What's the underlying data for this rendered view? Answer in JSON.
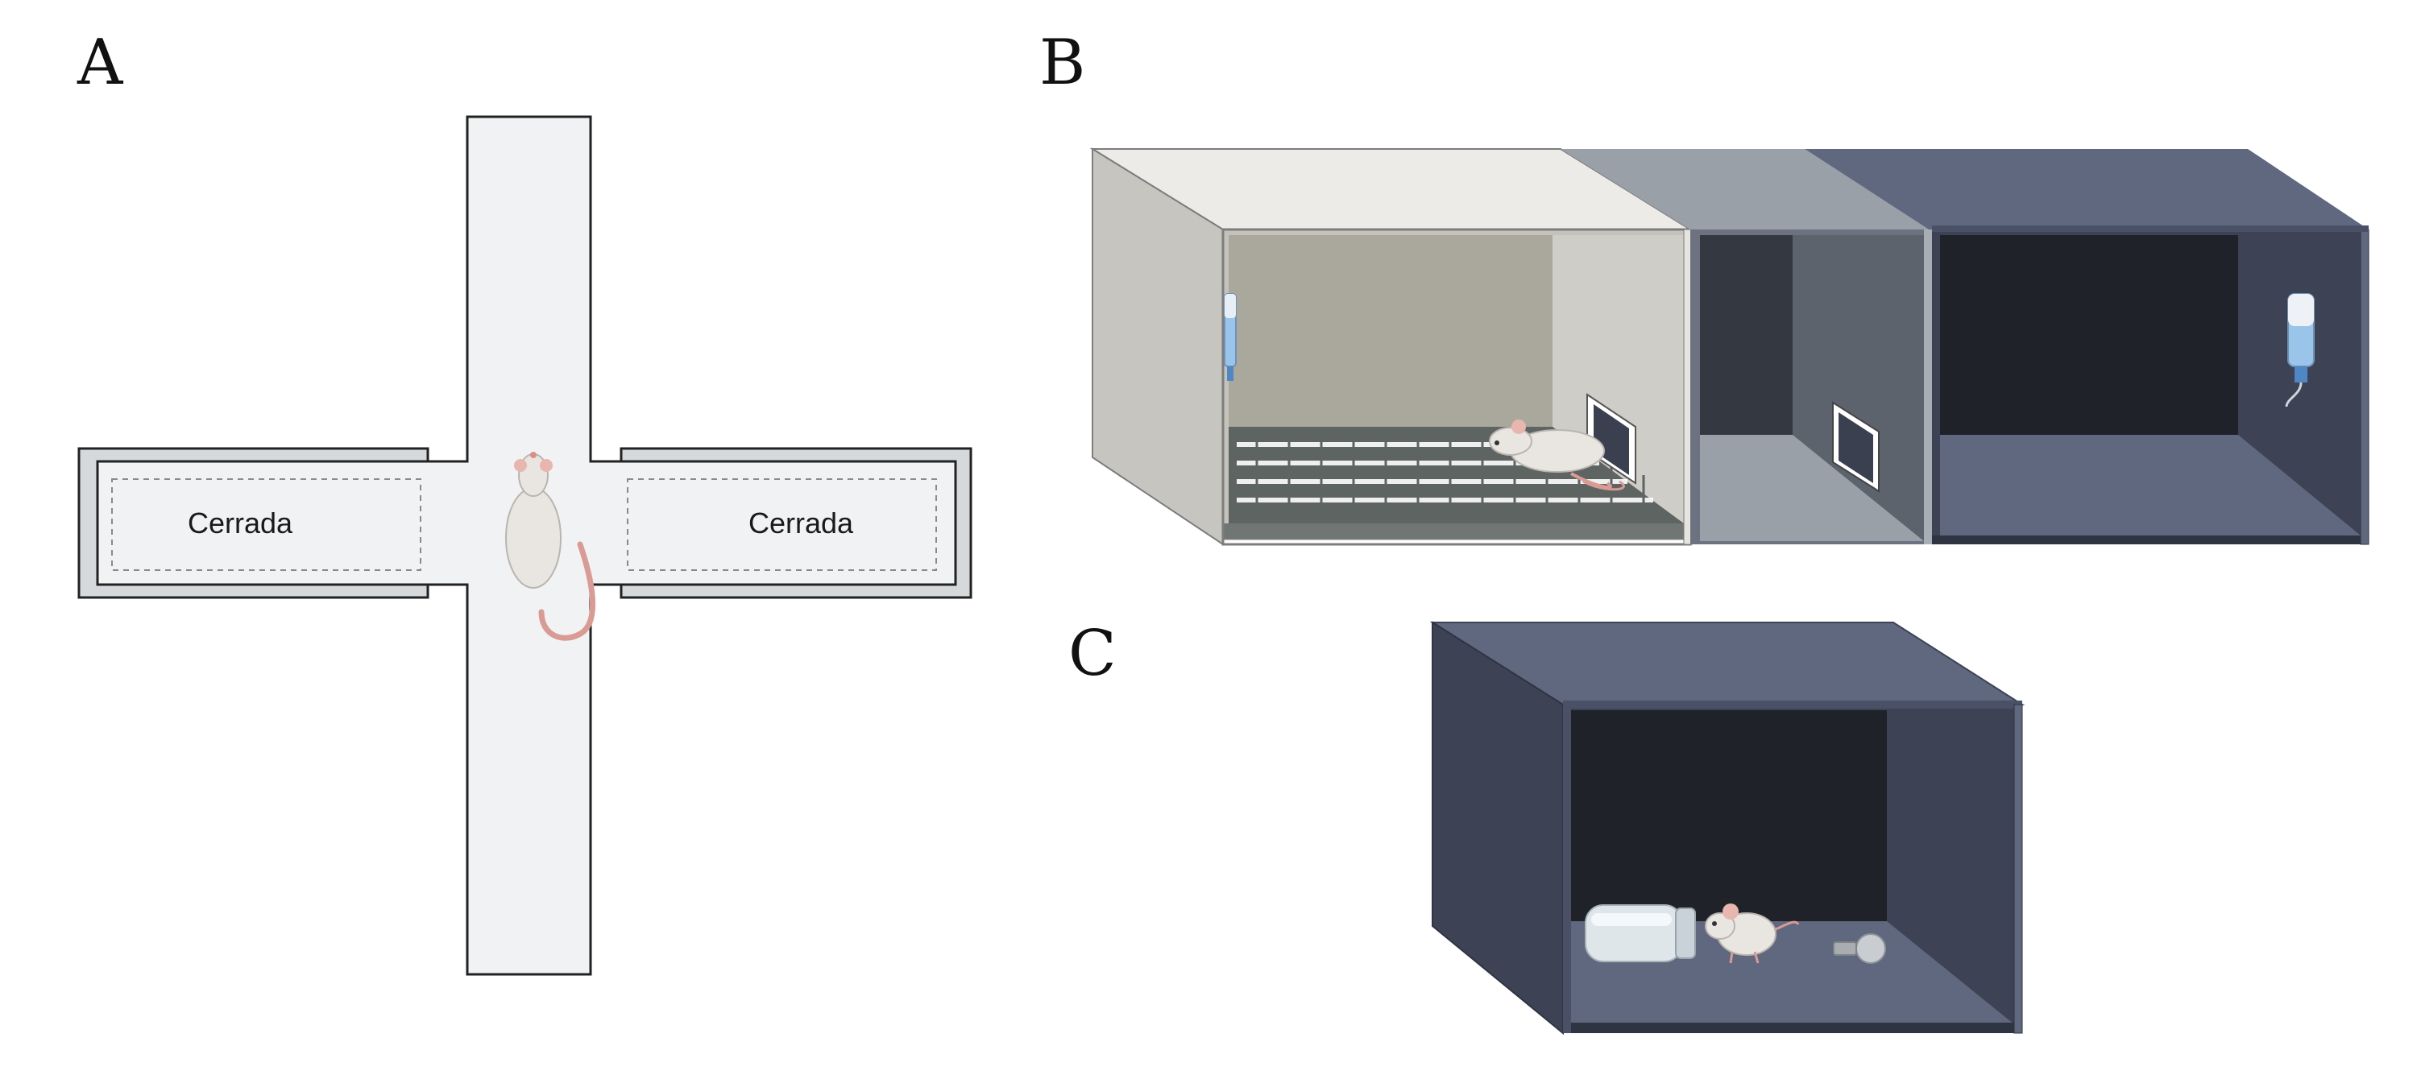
{
  "panels": {
    "a": {
      "letter": "A",
      "closed_arm_left": "Cerrada",
      "closed_arm_right": "Cerrada"
    },
    "b": {
      "letter": "B"
    },
    "c": {
      "letter": "C"
    }
  },
  "colors": {
    "maze_floor": "#f1f2f3",
    "maze_wall": "#d6d9dc",
    "outline": "#222222",
    "light_box": "#d9d7d1",
    "light_box_top": "#edebe7",
    "grid_floor": "#5d6461",
    "mid_box": "#9aa0a8",
    "dark_box": "#5f687e",
    "dark_box_side": "#3d4354",
    "dark_box_back": "#1f2229",
    "mouse": "#e9e6e2",
    "mouse_tail": "#d99b94",
    "bottle_water": "#9bc4ea"
  },
  "icons": [
    "rat-icon",
    "mouse-icon",
    "water-bottle-icon",
    "glass-jar-icon",
    "light-bulb-icon"
  ]
}
